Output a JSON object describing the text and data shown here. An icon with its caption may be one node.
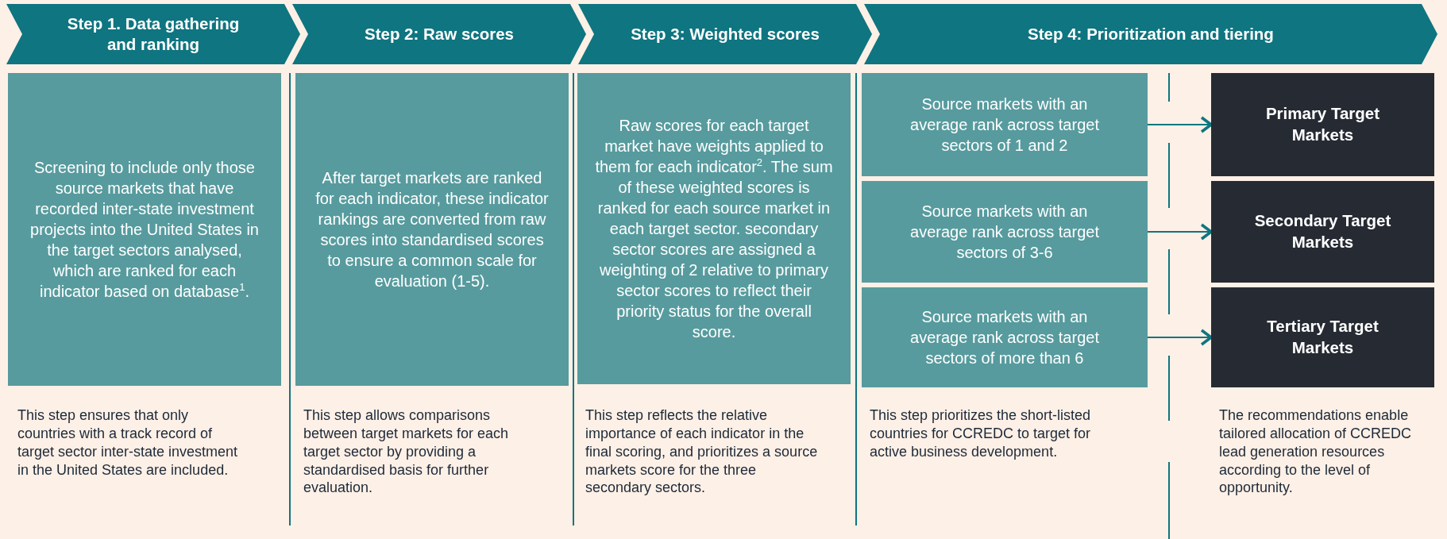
{
  "diagram": {
    "nodes": [
      {
        "text": [
          "Step 1. Data gathering and ranking"
        ]
      },
      {
        "text": [
          "Step 2: Raw scores"
        ]
      },
      {
        "text": [
          "Step 3: Weighted scores"
        ]
      },
      {
        "text": [
          "Step 4: Prioritization and tiering"
        ]
      },
      {
        "text": [
          "Screening to include only those source markets that have recorded inter-state investment projects into the United States in the target sectors analysed, which are ranked for each indicator based on database$^{1}$."
        ]
      },
      {
        "text": [
          "After target markets are ranked for each indicator, these indicator rankings are converted from raw scores into standardised scores to ensure a common scale for evaluation (1-5)."
        ]
      },
      {
        "text": [
          "Raw scores for each target market have weights applied to them for each indicator$^{2}$. The sum of these weighted scores is ranked for each source market in each target sector. secondary sector scores are assigned a weighting of 2 relative to primary sector scores to reflect their priority status for the overall score."
        ]
      },
      {
        "text": [
          "Source markets with an average rank across target sectors of 1 and 2"
        ]
      },
      {
        "text": [
          "Source markets with an average rank across target sectors of 3-6"
        ]
      },
      {
        "text": [
          "Source markets with an average rank across target sectors of more than 6"
        ]
      },
      {
        "text": [
          "Primary Target Markets"
        ]
      },
      {
        "text": [
          "Secondary Target Markets"
        ]
      },
      {
        "text": [
          "Tertiary Target Markets"
        ]
      }
    ],
    "edges": [
      {
        "from": 7,
        "to": 10,
        "arrow": "to"
      },
      {
        "from": 8,
        "to": 11,
        "arrow": "to"
      },
      {
        "from": 9,
        "to": 12,
        "arrow": "to"
      }
    ],
    "labels": [
      "This step ensures that only countries with a track record of target sector inter-state investment in the United States are included.",
      "This step allows comparisons between target markets for each target sector by providing a standardised basis for further evaluation.",
      "This step reflects the relative importance of each indicator in the final scoring, and prioritizes a source markets score for the three secondary sectors.",
      "This step prioritizes the short-listed countries for CCREDC to target for active business development.",
      "The recommendations enable tailored allocation of CCREDC lead generation resources according to the level of opportunity."
    ]
  }
}
